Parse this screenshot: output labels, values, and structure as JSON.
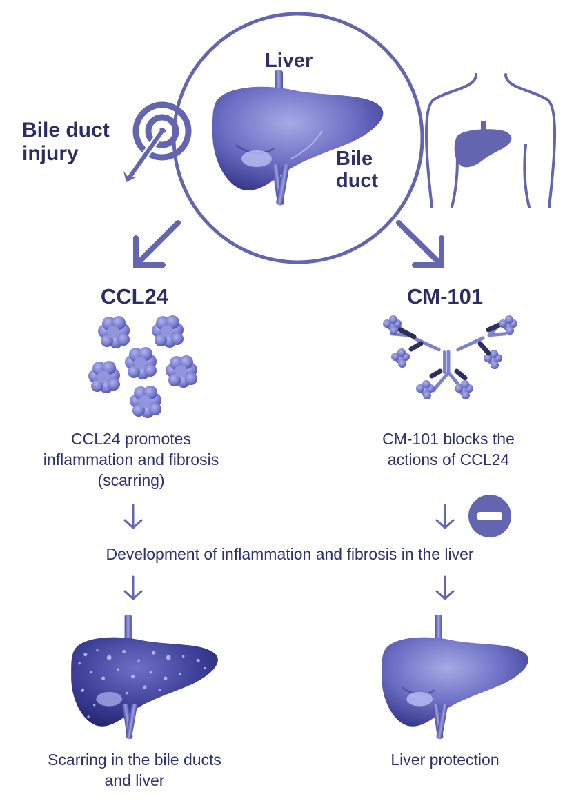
{
  "colors": {
    "primary": "#6465b0",
    "dark": "#2b2b66",
    "liver_light": "#8f92d6",
    "liver_dark": "#3d3f95"
  },
  "top": {
    "liver_label": "Liver",
    "bile_duct_label_line1": "Bile",
    "bile_duct_label_line2": "duct",
    "injury_label_line1": "Bile duct",
    "injury_label_line2": "injury"
  },
  "left": {
    "heading": "CCL24",
    "description_line1": "CCL24 promotes",
    "description_line2": "inflammation and fibrosis",
    "description_line3": "(scarring)",
    "outcome_line1": "Scarring in the bile ducts",
    "outcome_line2": "and liver"
  },
  "right": {
    "heading": "CM-101",
    "description_line1": "CM-101 blocks the",
    "description_line2": "actions of CCL24",
    "outcome": "Liver protection"
  },
  "middle": {
    "development": "Development of inflammation and fibrosis in the liver"
  },
  "icons": [
    "target-icon",
    "body-silhouette-icon",
    "minus-icon",
    "liver-icon",
    "antibody-icon",
    "protein-cluster-icon"
  ]
}
